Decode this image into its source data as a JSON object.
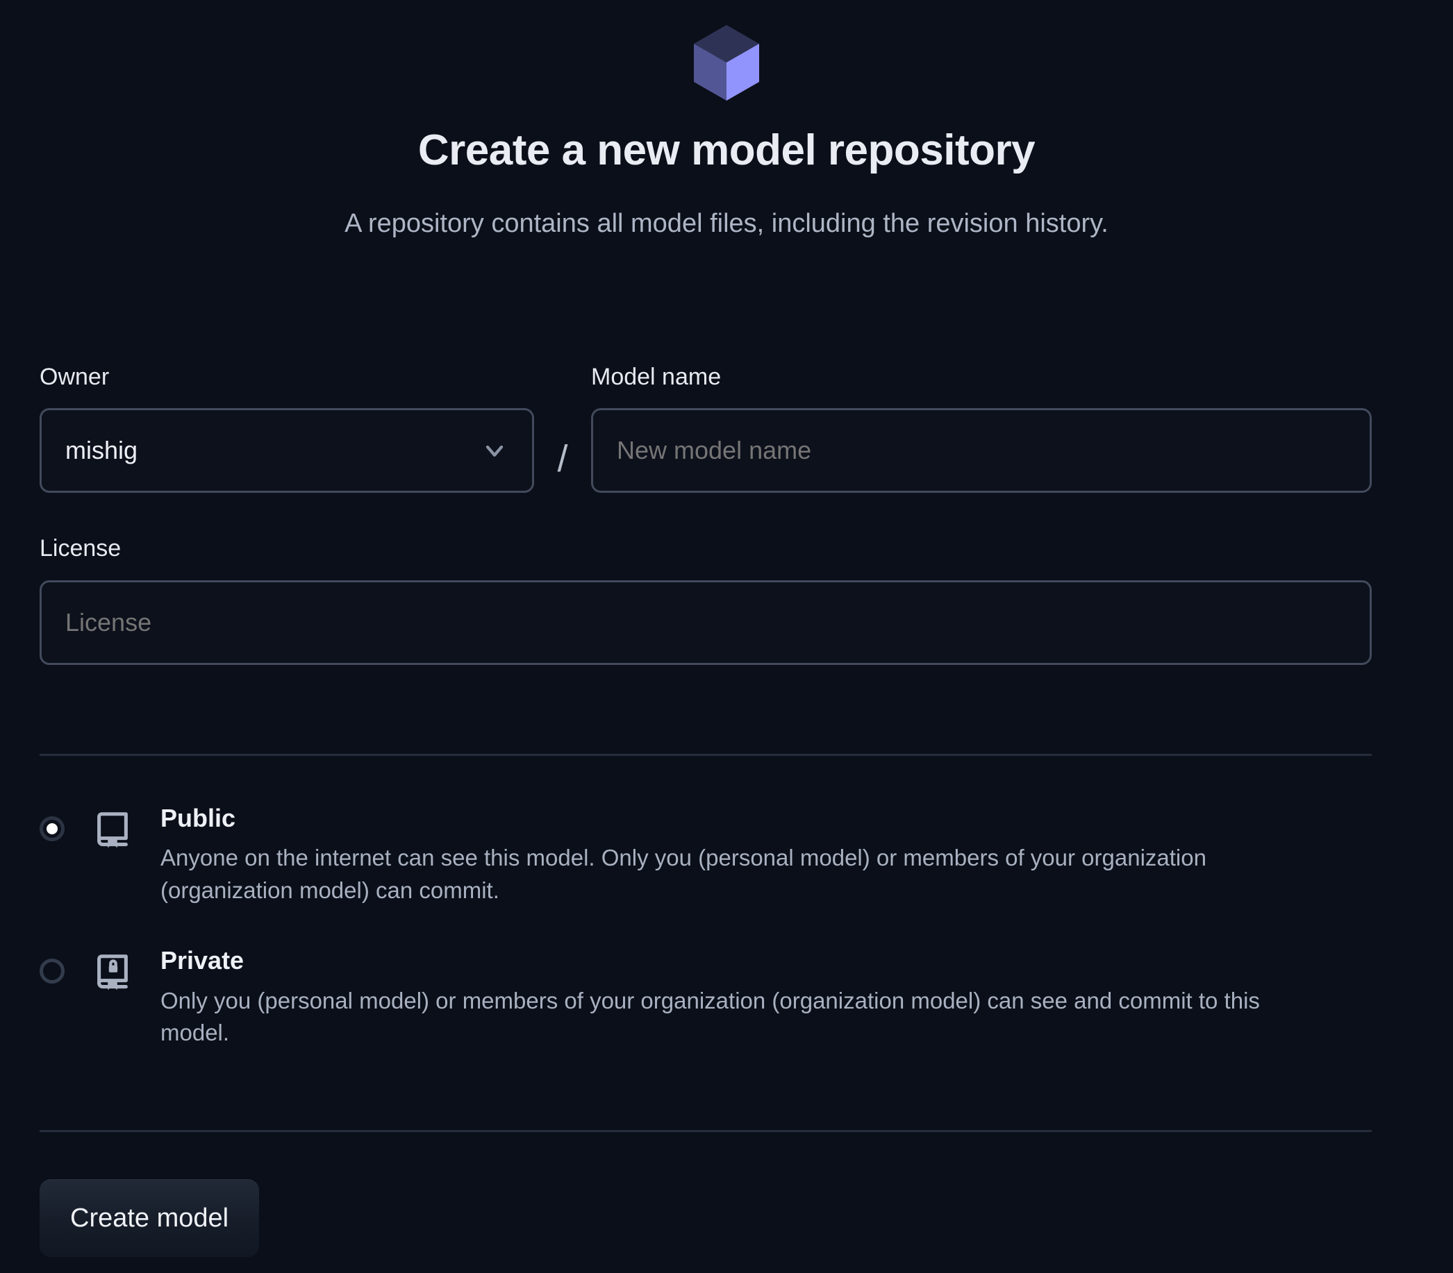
{
  "header": {
    "logo_icon": "cube-icon",
    "title": "Create a new model repository",
    "subtitle": "A repository contains all model files, including the revision history."
  },
  "form": {
    "owner": {
      "label": "Owner",
      "value": "mishig",
      "chevron_icon": "chevron-down-icon"
    },
    "separator": "/",
    "model_name": {
      "label": "Model name",
      "value": "",
      "placeholder": "New model name"
    },
    "license": {
      "label": "License",
      "value": "",
      "placeholder": "License"
    }
  },
  "visibility": {
    "options": [
      {
        "id": "public",
        "title": "Public",
        "description": "Anyone on the internet can see this model. Only you (personal model) or members of your organization (organization model) can commit.",
        "icon": "book-icon",
        "selected": true
      },
      {
        "id": "private",
        "title": "Private",
        "description": "Only you (personal model) or members of your organization (organization model) can see and commit to this model.",
        "icon": "book-lock-icon",
        "selected": false
      }
    ]
  },
  "submit": {
    "label": "Create model"
  },
  "colors": {
    "background": "#0b0f19",
    "border": "#424a5c",
    "divider": "#262d3c",
    "text_primary": "#eef1f6",
    "text_muted": "#a9b1c1",
    "logo_light": "#8f8eff",
    "logo_mid": "#4f5291",
    "logo_dark": "#2b3055"
  }
}
